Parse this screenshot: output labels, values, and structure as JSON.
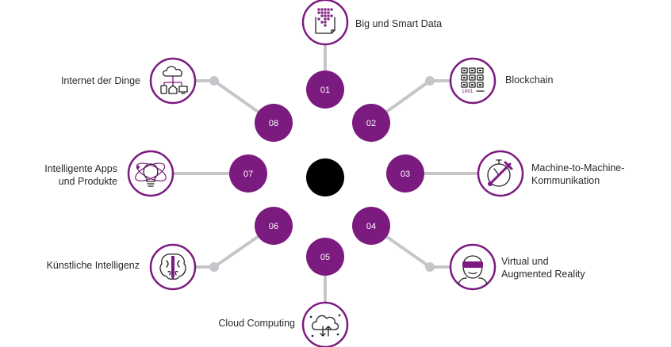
{
  "colors": {
    "accent": "#7b1a7f",
    "line": "#c7c5ca",
    "center": "#000000",
    "text": "#2a2a2a"
  },
  "nodes": [
    {
      "num": "01",
      "label_lines": [
        "Big und Smart Data"
      ],
      "icon": "big-data-icon"
    },
    {
      "num": "02",
      "label_lines": [
        "Blockchain"
      ],
      "icon": "blockchain-icon"
    },
    {
      "num": "03",
      "label_lines": [
        "Machine-to-Machine-",
        "Kommunikation"
      ],
      "icon": "machine-to-machine-icon"
    },
    {
      "num": "04",
      "label_lines": [
        "Virtual und",
        "Augmented Reality"
      ],
      "icon": "vr-headset-icon"
    },
    {
      "num": "05",
      "label_lines": [
        "Cloud Computing"
      ],
      "icon": "cloud-icon"
    },
    {
      "num": "06",
      "label_lines": [
        "Künstliche Intelligenz"
      ],
      "icon": "brain-icon"
    },
    {
      "num": "07",
      "label_lines": [
        "Intelligente Apps",
        "und Produkte"
      ],
      "icon": "lightbulb-atom-icon"
    },
    {
      "num": "08",
      "label_lines": [
        "Internet der Dinge"
      ],
      "icon": "iot-devices-icon"
    }
  ]
}
